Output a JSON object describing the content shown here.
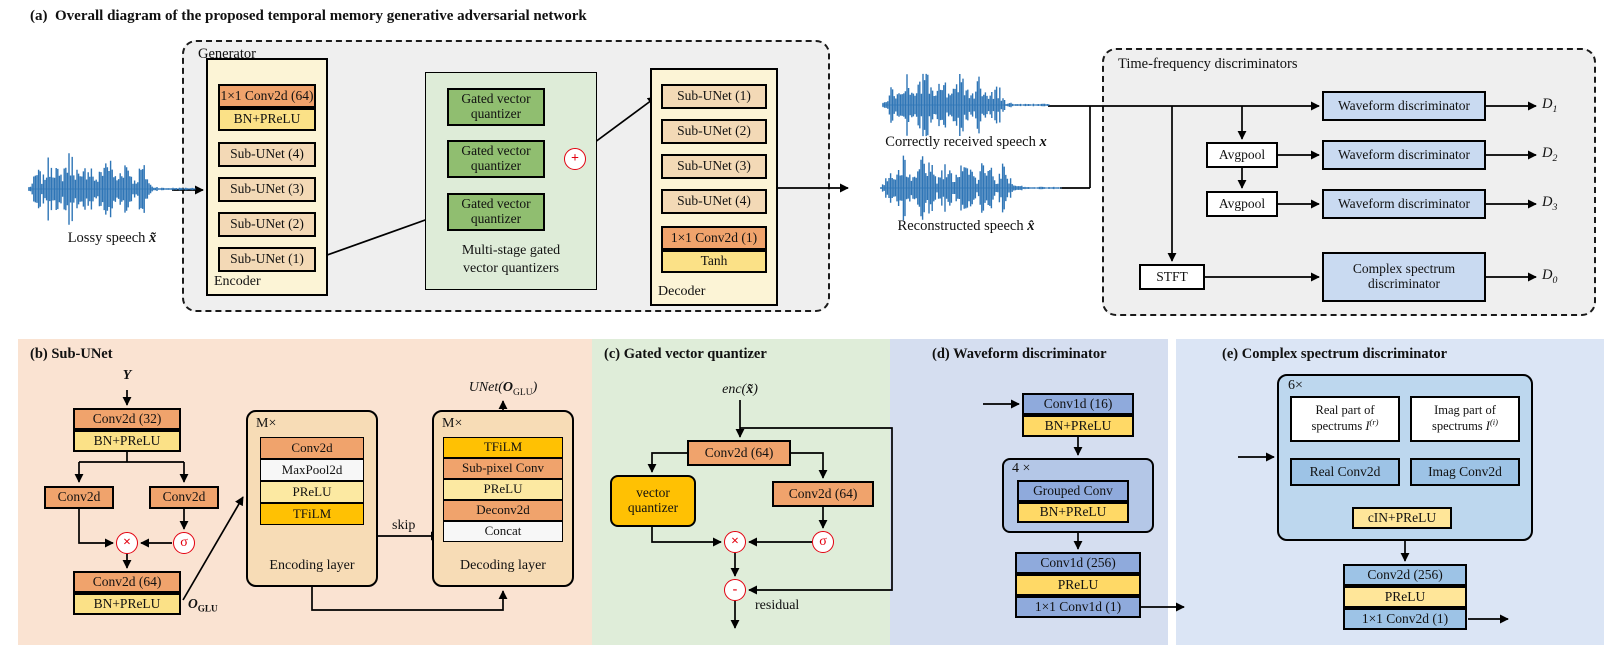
{
  "a": {
    "tag": "(a)",
    "title": "Overall diagram of the proposed temporal memory generative adversarial network",
    "lossy": {
      "text": "Lossy speech",
      "var": "x̃"
    },
    "generator_label": "Generator",
    "encoder": {
      "label": "Encoder",
      "blocks": [
        "1×1 Conv2d (64)",
        "BN+PReLU",
        "Sub-UNet (4)",
        "Sub-UNet (3)",
        "Sub-UNet (2)",
        "Sub-UNet (1)"
      ]
    },
    "quantizers": {
      "box_line1": "Gated vector",
      "box_line2": "quantizer",
      "caption_line1": "Multi-stage gated",
      "caption_line2": "vector quantizers",
      "plus": "+"
    },
    "decoder": {
      "label": "Decoder",
      "blocks": [
        "Sub-UNet (1)",
        "Sub-UNet (2)",
        "Sub-UNet (3)",
        "Sub-UNet (4)",
        "1×1 Conv2d (1)",
        "Tanh"
      ]
    },
    "received": {
      "text": "Correctly received speech",
      "var": "x"
    },
    "reconstructed": {
      "text": "Reconstructed speech",
      "var": "x̂"
    },
    "tf": {
      "title": "Time-frequency discriminators",
      "waveform_discriminator": "Waveform discriminator",
      "avgpool": "Avgpool",
      "stft": "STFT",
      "csd_line1": "Complex spectrum",
      "csd_line2": "discriminator",
      "outputs": [
        {
          "base": "D",
          "sub": "1"
        },
        {
          "base": "D",
          "sub": "2"
        },
        {
          "base": "D",
          "sub": "3"
        },
        {
          "base": "D",
          "sub": "0"
        }
      ]
    }
  },
  "b": {
    "tag": "(b) Sub-UNet",
    "y_var": "Y",
    "conv32": "Conv2d (32)",
    "bn1": "BN+PReLU",
    "conv_left": "Conv2d",
    "conv_right": "Conv2d",
    "conv64": "Conv2d (64)",
    "bn2": "BN+PReLU",
    "times": "×",
    "sigma": "σ",
    "oglu": {
      "base": "O",
      "sub": "GLU"
    },
    "enc_layer": {
      "m": "M×",
      "rows": [
        "Conv2d",
        "MaxPool2d",
        "PReLU",
        "TFiLM"
      ],
      "label": "Encoding layer"
    },
    "dec_layer": {
      "m": "M×",
      "rows": [
        "TFiLM",
        "Sub-pixel Conv",
        "PReLU",
        "Deconv2d",
        "Concat"
      ],
      "label": "Decoding layer"
    },
    "skip": "skip",
    "unet": {
      "pre": "UNet(",
      "base": "O",
      "sub": "GLU",
      "post": ")"
    }
  },
  "c": {
    "tag": "(c) Gated vector quantizer",
    "enc_label": {
      "pre": "enc(",
      "var": "x̃",
      "post": ")"
    },
    "conv_top": "Conv2d (64)",
    "vq_line1": "vector",
    "vq_line2": "quantizer",
    "conv_right": "Conv2d (64)",
    "times": "×",
    "sigma": "σ",
    "minus": "-",
    "residual": "residual"
  },
  "d": {
    "tag": "(d) Waveform discriminator",
    "conv1": "Conv1d (16)",
    "bn1": "BN+PReLU",
    "repeat": "4 ×",
    "grouped": "Grouped Conv",
    "bn2": "BN+PReLU",
    "conv256": "Conv1d (256)",
    "prelu": "PReLU",
    "conv11": "1×1 Conv1d (1)"
  },
  "e": {
    "tag": "(e) Complex spectrum discriminator",
    "repeat": "6×",
    "real_box": {
      "line1": "Real part of",
      "line2": "spectrums ",
      "base": "I",
      "sup": "(r)"
    },
    "imag_box": {
      "line1": "Imag part of",
      "line2": "spectrums ",
      "base": "I",
      "sup": "(i)"
    },
    "real_conv": "Real Conv2d",
    "imag_conv": "Imag Conv2d",
    "cin": "cIN+PReLU",
    "conv256": "Conv2d (256)",
    "prelu": "PReLU",
    "conv11": "1×1 Conv2d (1)"
  },
  "colors": {
    "waveform_blue": "#2E75B6",
    "accent_red": "#E3000F",
    "orange": "#F0A36C",
    "yellow": "#FBE187",
    "tan": "#F3D9B6",
    "green": "#90BE70",
    "disc_blue": "#8FAADC",
    "light_blue": "#C9DAF1",
    "gold": "#FFC103",
    "panel_b_bg": "#FAE3D2",
    "panel_c_bg": "#DFEDD9",
    "panel_d_bg": "#D5DEF0",
    "panel_e_bg": "#DBE5F5"
  }
}
